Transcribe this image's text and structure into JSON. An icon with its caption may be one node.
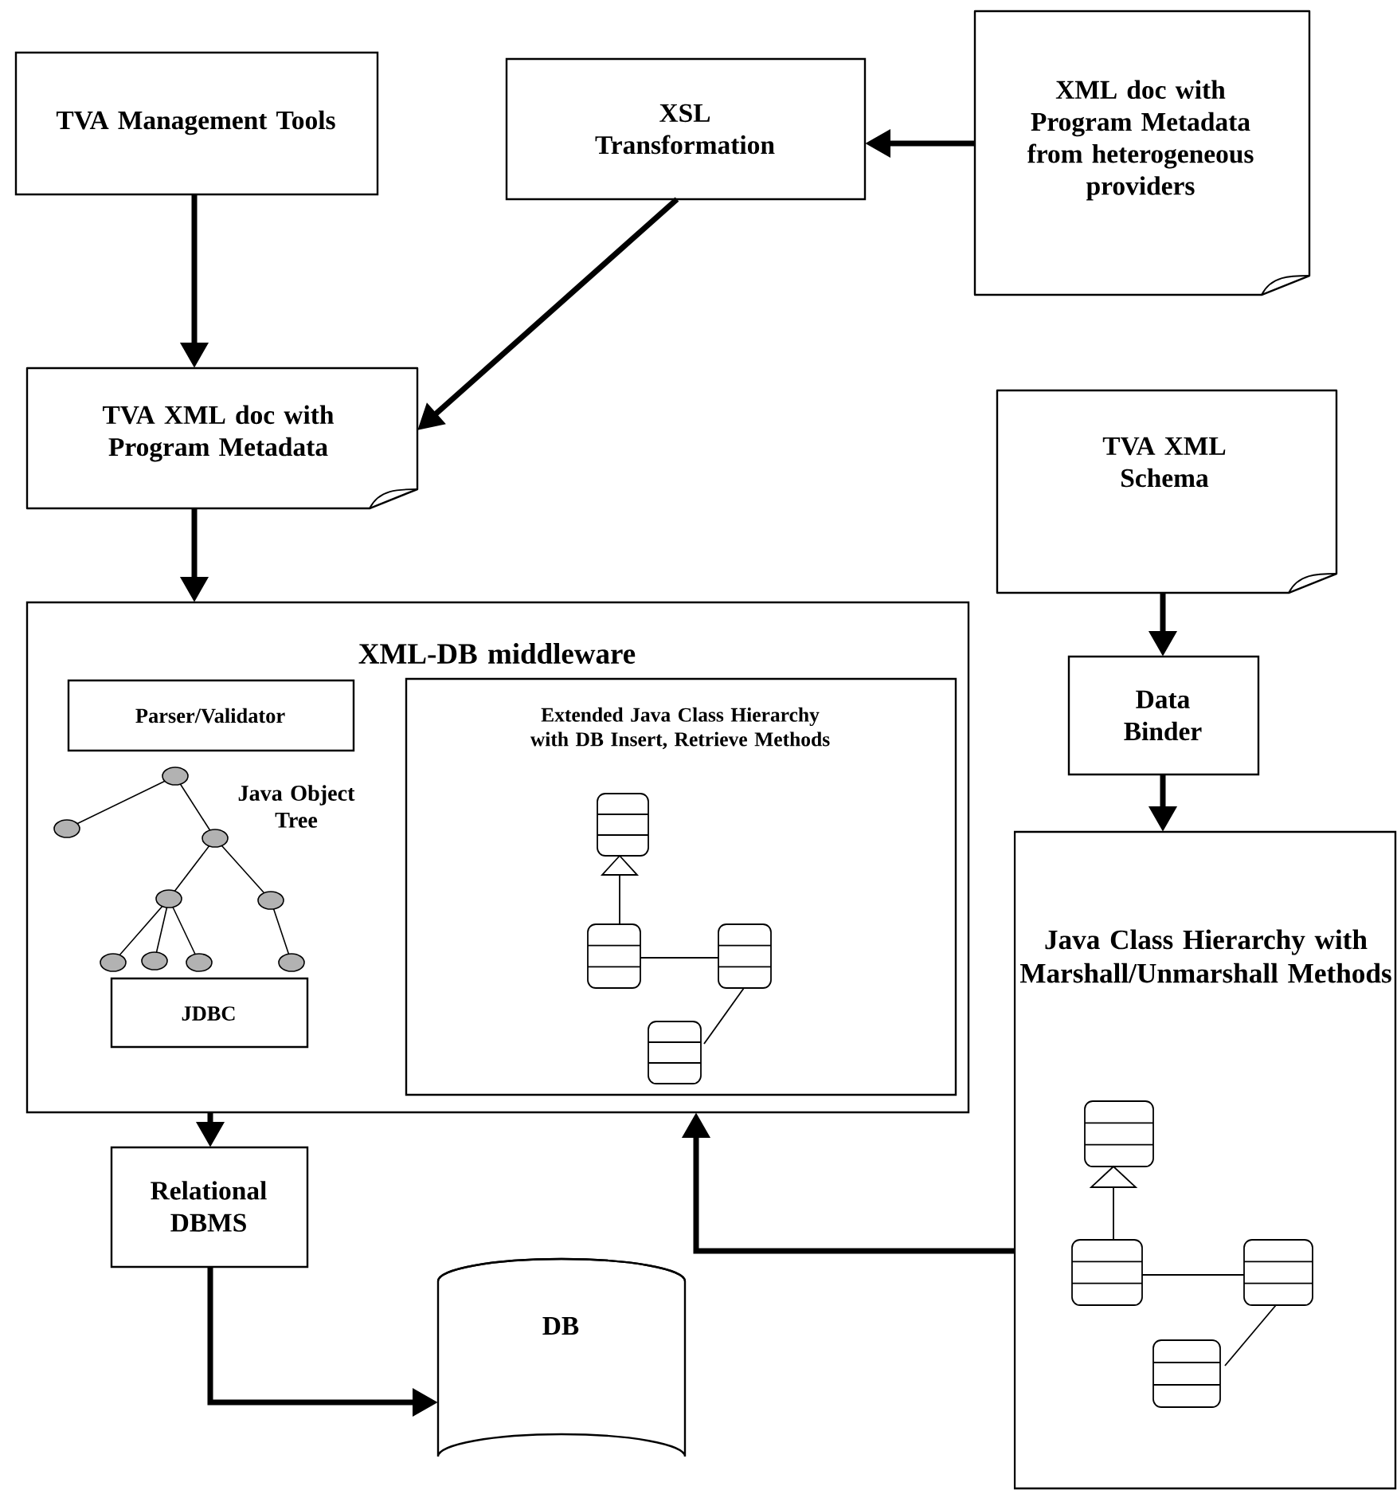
{
  "diagram": {
    "nodes": [
      {
        "text": [
          "TVA Management Tools"
        ]
      },
      {
        "text": [
          "XSL Transformation"
        ]
      },
      {
        "text": [
          "XML doc with Program Metadata from heterogeneous providers"
        ]
      },
      {
        "text": [
          "TVA XML doc with Program Metadata"
        ]
      },
      {
        "text": [
          "TVA XML Schema"
        ]
      },
      {
        "text": [
          "XML-DB middleware"
        ]
      },
      {
        "text": [
          "Parser/Validator"
        ],
        "in": 5
      },
      {
        "text": [
          "JDBC"
        ],
        "in": 5
      },
      {
        "text": [
          "Extended Java Class Hierarchy with DB Insert, Retrieve Methods"
        ],
        "in": 5
      },
      {
        "text": [
          "Data Binder"
        ]
      },
      {
        "text": [
          "Java Class Hierarchy with Marshall/Unmarshall Methods"
        ]
      },
      {
        "text": [
          "Relational DBMS"
        ]
      },
      {
        "text": [
          "DB"
        ]
      }
    ],
    "edges": [
      {
        "from": 0,
        "to": 3,
        "arrow": "to"
      },
      {
        "from": 1,
        "to": 3,
        "arrow": "to"
      },
      {
        "from": 2,
        "to": 1,
        "arrow": "to"
      },
      {
        "from": 3,
        "to": 5,
        "arrow": "to"
      },
      {
        "from": 4,
        "to": 9,
        "arrow": "to"
      },
      {
        "from": 9,
        "to": 10,
        "arrow": "to"
      },
      {
        "from": 10,
        "to": 5,
        "arrow": "to"
      },
      {
        "from": 5,
        "to": 11,
        "arrow": "to"
      },
      {
        "from": 11,
        "to": 12,
        "arrow": "to"
      }
    ],
    "labels": [
      "Java Object Tree"
    ]
  }
}
